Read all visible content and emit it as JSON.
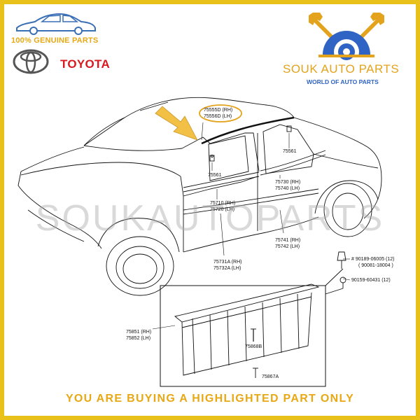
{
  "header": {
    "genuine_text": "100% GENUINE PARTS",
    "brand_text": "TOYOTA",
    "shop_name": "SOUK AUTO PARTS",
    "shop_tagline": "WORLD OF AUTO PARTS"
  },
  "watermark": "SOUKAUTOPARTS",
  "notice": "YOU ARE BUYING A HIGHLIGHTED PART ONLY",
  "colors": {
    "frame": "#e8c21a",
    "accent_yellow": "#e8a814",
    "toyota_red": "#d71920",
    "shop_blue": "#2f63c4",
    "highlight_arrow": "#f2c044"
  },
  "diagram": {
    "parts": {
      "p75555": "75555D (RH)",
      "p75556": "75556D (LH)",
      "p75561a": "75561",
      "p75561b": "75561",
      "p75730": "75730 (RH)",
      "p75740": "75740 (LH)",
      "p75710": "75710 (RH)",
      "p75720": "75720 (LH)",
      "p75741": "75741 (RH)",
      "p75742": "75742 (LH)",
      "p75731": "75731A (RH)",
      "p75732": "75732A (LH)",
      "p90189": "# 90189-06005 (12)",
      "p90081": "( 90081-18004 )",
      "p90159": "90159-60431 (12)",
      "p75851": "75851 (RH)",
      "p75852": "75852 (LH)",
      "p75868": "75868B",
      "p75867": "75867A"
    }
  }
}
